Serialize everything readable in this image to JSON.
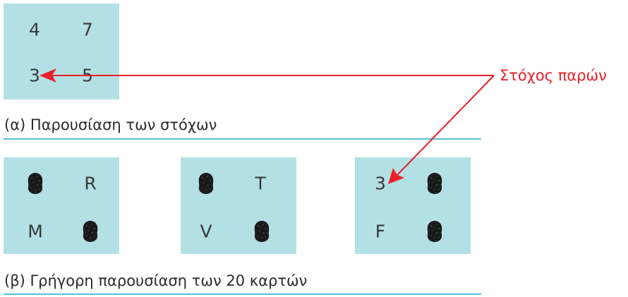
{
  "target_display": {
    "top_row": [
      "4",
      "7"
    ],
    "bottom_row": [
      "3",
      "5"
    ]
  },
  "caption_a": "(α) Παρουσίαση των στόχων",
  "target_label": "Στόχος παρών",
  "cards": [
    {
      "top_left": "mask",
      "top_right": "R",
      "bottom_left": "M",
      "bottom_right": "mask"
    },
    {
      "top_left": "mask",
      "top_right": "T",
      "bottom_left": "V",
      "bottom_right": "mask"
    },
    {
      "top_left": "3",
      "top_right": "mask",
      "bottom_left": "F",
      "bottom_right": "mask"
    }
  ],
  "caption_b": "(β) Γρήγορη παρουσίαση των 20 καρτών",
  "colors": {
    "card": "#b3e0e5",
    "rule": "#58bfd9",
    "arrow": "#e8202a",
    "mask": "#1a1a1a"
  }
}
